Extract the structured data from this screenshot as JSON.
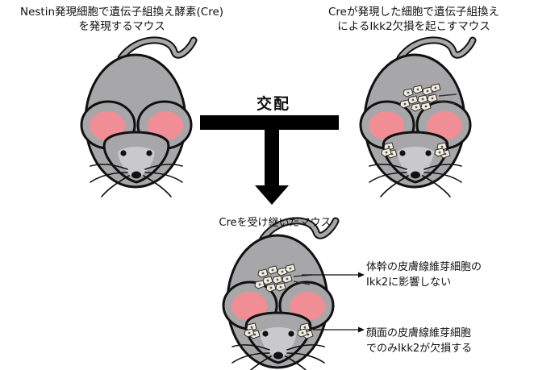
{
  "captions": {
    "left_parent": [
      "Nestin発現細胞で遺伝子組換え酵素(Cre)",
      "を発現するマウス"
    ],
    "right_parent": [
      "Creが発現した細胞で遺伝子組換え",
      "によるIkk2欠損を起こすマウス"
    ],
    "cross": "交配",
    "offspring": "Creを受け継いだマウス"
  },
  "annotations": {
    "trunk_fibroblast": [
      "体幹の皮膚線維芽細胞の",
      "Ikk2に影響しない"
    ],
    "face_fibroblast": [
      "顔面の皮膚線維芽細胞",
      "でのみIkk2が欠損する"
    ]
  },
  "colors": {
    "mouse_body": "#a7a7a9",
    "mouse_outline": "#111111",
    "ear_inner": "#f08d95",
    "face_highlight": "#c9c9cb",
    "cells": "#f2eedf",
    "arrow": "#000000"
  }
}
